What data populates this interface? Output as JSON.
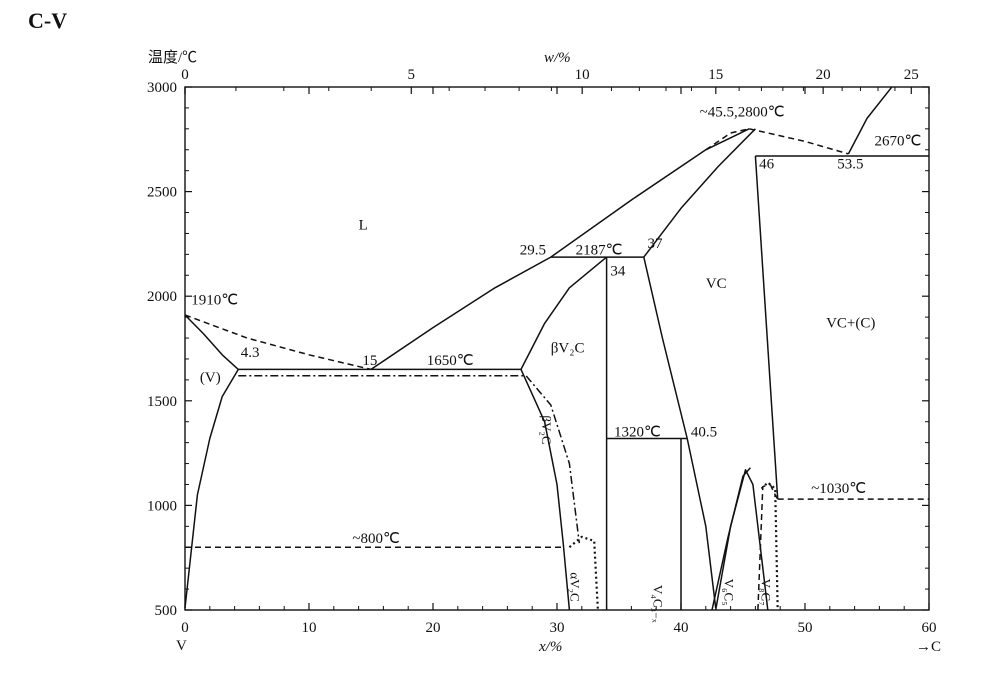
{
  "chart_data": {
    "type": "line",
    "title": "C-V",
    "ylabel": "温度/℃",
    "xlabel_bottom": "x/%",
    "xlabel_top": "w/%",
    "left_element": "V",
    "right_element": "→C",
    "xlim": [
      0,
      60
    ],
    "ylim": [
      500,
      3000
    ],
    "x_ticks": [
      "0",
      "10",
      "20",
      "30",
      "40",
      "50",
      "60"
    ],
    "y_ticks": [
      "500",
      "1000",
      "1500",
      "2000",
      "2500",
      "3000"
    ],
    "top_ticks": [
      "0",
      "5",
      "10",
      "15",
      "20",
      "25"
    ],
    "grid": false,
    "series": [
      {
        "style": "solid",
        "x": [
          0,
          1,
          2,
          3,
          4.3
        ],
        "y": [
          510,
          1050,
          1320,
          1520,
          1650
        ]
      },
      {
        "style": "solid",
        "x": [
          0,
          1.5,
          3,
          4.3
        ],
        "y": [
          1910,
          1820,
          1720,
          1650
        ]
      },
      {
        "style": "dashed",
        "x": [
          0,
          5,
          10,
          15
        ],
        "y": [
          1910,
          1800,
          1720,
          1650
        ]
      },
      {
        "style": "solid",
        "x": [
          15,
          20,
          25,
          29.5
        ],
        "y": [
          1650,
          1850,
          2040,
          2187
        ]
      },
      {
        "style": "solid",
        "x": [
          4.3,
          27.1
        ],
        "y": [
          1650,
          1650
        ]
      },
      {
        "style": "solid",
        "x": [
          27.1,
          29,
          31,
          34
        ],
        "y": [
          1650,
          1870,
          2040,
          2187
        ]
      },
      {
        "style": "solid",
        "x": [
          29.5,
          34,
          37
        ],
        "y": [
          2187,
          2187,
          2187
        ]
      },
      {
        "style": "solid",
        "x": [
          37,
          40,
          43,
          46
        ],
        "y": [
          2187,
          2420,
          2620,
          2800
        ]
      },
      {
        "style": "solid",
        "x": [
          29.5,
          36,
          42,
          45.5
        ],
        "y": [
          2187,
          2460,
          2700,
          2800
        ]
      },
      {
        "style": "dashed",
        "x": [
          42,
          44,
          45.5
        ],
        "y": [
          2700,
          2780,
          2800
        ]
      },
      {
        "style": "dashed",
        "x": [
          45.5,
          50,
          53.5
        ],
        "y": [
          2800,
          2740,
          2680
        ]
      },
      {
        "style": "solid",
        "x": [
          53.5,
          55,
          57
        ],
        "y": [
          2680,
          2850,
          3000
        ]
      },
      {
        "style": "solid",
        "x": [
          46,
          60
        ],
        "y": [
          2670,
          2670
        ]
      },
      {
        "style": "solid",
        "x": [
          46,
          47.8
        ],
        "y": [
          2670,
          1030
        ]
      },
      {
        "style": "dashed",
        "x": [
          47.8,
          60
        ],
        "y": [
          1030,
          1030
        ]
      },
      {
        "style": "solid",
        "x": [
          37,
          38.5,
          40.5,
          42,
          42.8
        ],
        "y": [
          2187,
          1800,
          1320,
          900,
          510
        ]
      },
      {
        "style": "solid",
        "x": [
          34,
          34
        ],
        "y": [
          2187,
          500
        ]
      },
      {
        "style": "solid",
        "x": [
          34,
          40.5
        ],
        "y": [
          1320,
          1320
        ]
      },
      {
        "style": "solid",
        "x": [
          40,
          40
        ],
        "y": [
          1320,
          500
        ]
      },
      {
        "style": "solid",
        "x": [
          27.1,
          29,
          30,
          30.5,
          31
        ],
        "y": [
          1650,
          1400,
          1100,
          820,
          500
        ]
      },
      {
        "style": "dashdot",
        "x": [
          4.3,
          27.5,
          29.5,
          31,
          31.8
        ],
        "y": [
          1620,
          1620,
          1480,
          1200,
          820
        ]
      },
      {
        "style": "dotted",
        "x": [
          31,
          32,
          33,
          33.3
        ],
        "y": [
          800,
          850,
          830,
          500
        ]
      },
      {
        "style": "dashed",
        "x": [
          0,
          30.5
        ],
        "y": [
          800,
          800
        ]
      },
      {
        "style": "solid",
        "x": [
          42.8,
          44,
          45.2,
          45.8,
          47
        ],
        "y": [
          500,
          900,
          1170,
          1100,
          500
        ]
      },
      {
        "style": "solid",
        "x": [
          42.5,
          43.8,
          45,
          45.6
        ],
        "y": [
          500,
          850,
          1140,
          1180
        ]
      },
      {
        "style": "dashed",
        "x": [
          46.2,
          46.6,
          47.2
        ],
        "y": [
          500,
          1090,
          1100
        ]
      },
      {
        "style": "dotted",
        "x": [
          46.5,
          47,
          47.6,
          47.8
        ],
        "y": [
          1080,
          1110,
          1080,
          500
        ]
      },
      {
        "style": "dashed",
        "x": [
          47.2,
          47.5,
          47.8
        ],
        "y": [
          1100,
          1060,
          1030
        ]
      }
    ],
    "annotations": [
      {
        "text": "1910℃",
        "x": 0.5,
        "y": 1960
      },
      {
        "text": "(V)",
        "x": 1.2,
        "y": 1590
      },
      {
        "text": "4.3",
        "x": 4.5,
        "y": 1710
      },
      {
        "text": "15",
        "x": 14.3,
        "y": 1670
      },
      {
        "text": "1650℃",
        "x": 19.5,
        "y": 1670
      },
      {
        "text": "L",
        "x": 14,
        "y": 2320
      },
      {
        "text": "29.5",
        "x": 27,
        "y": 2200
      },
      {
        "text": "2187℃",
        "x": 31.5,
        "y": 2200
      },
      {
        "text": "34",
        "x": 34.3,
        "y": 2100
      },
      {
        "text": "37",
        "x": 37.3,
        "y": 2230
      },
      {
        "text": "βV₂C",
        "x": 29.5,
        "y": 1730
      },
      {
        "text": "VC",
        "x": 42,
        "y": 2040
      },
      {
        "text": "VC+(C)",
        "x": 51.7,
        "y": 1850
      },
      {
        "text": "~45.5,2800℃",
        "x": 41.5,
        "y": 2860
      },
      {
        "text": "2670℃",
        "x": 55.6,
        "y": 2720
      },
      {
        "text": "46",
        "x": 46.3,
        "y": 2610
      },
      {
        "text": "53.5",
        "x": 52.6,
        "y": 2610
      },
      {
        "text": "1320℃",
        "x": 34.6,
        "y": 1330
      },
      {
        "text": "40.5",
        "x": 40.8,
        "y": 1330
      },
      {
        "text": "~1030℃",
        "x": 50.5,
        "y": 1060
      },
      {
        "text": "~800℃",
        "x": 13.5,
        "y": 820
      },
      {
        "text": "βV₂C",
        "x": 28.8,
        "y": 1430
      },
      {
        "text": "αV₂C",
        "x": 31.1,
        "y": 680
      },
      {
        "text": "V₄C₃₋ₓ",
        "x": 37.8,
        "y": 620
      },
      {
        "text": "V₆C₅",
        "x": 43.5,
        "y": 650
      },
      {
        "text": "V₈C₇",
        "x": 46.5,
        "y": 650
      }
    ]
  }
}
